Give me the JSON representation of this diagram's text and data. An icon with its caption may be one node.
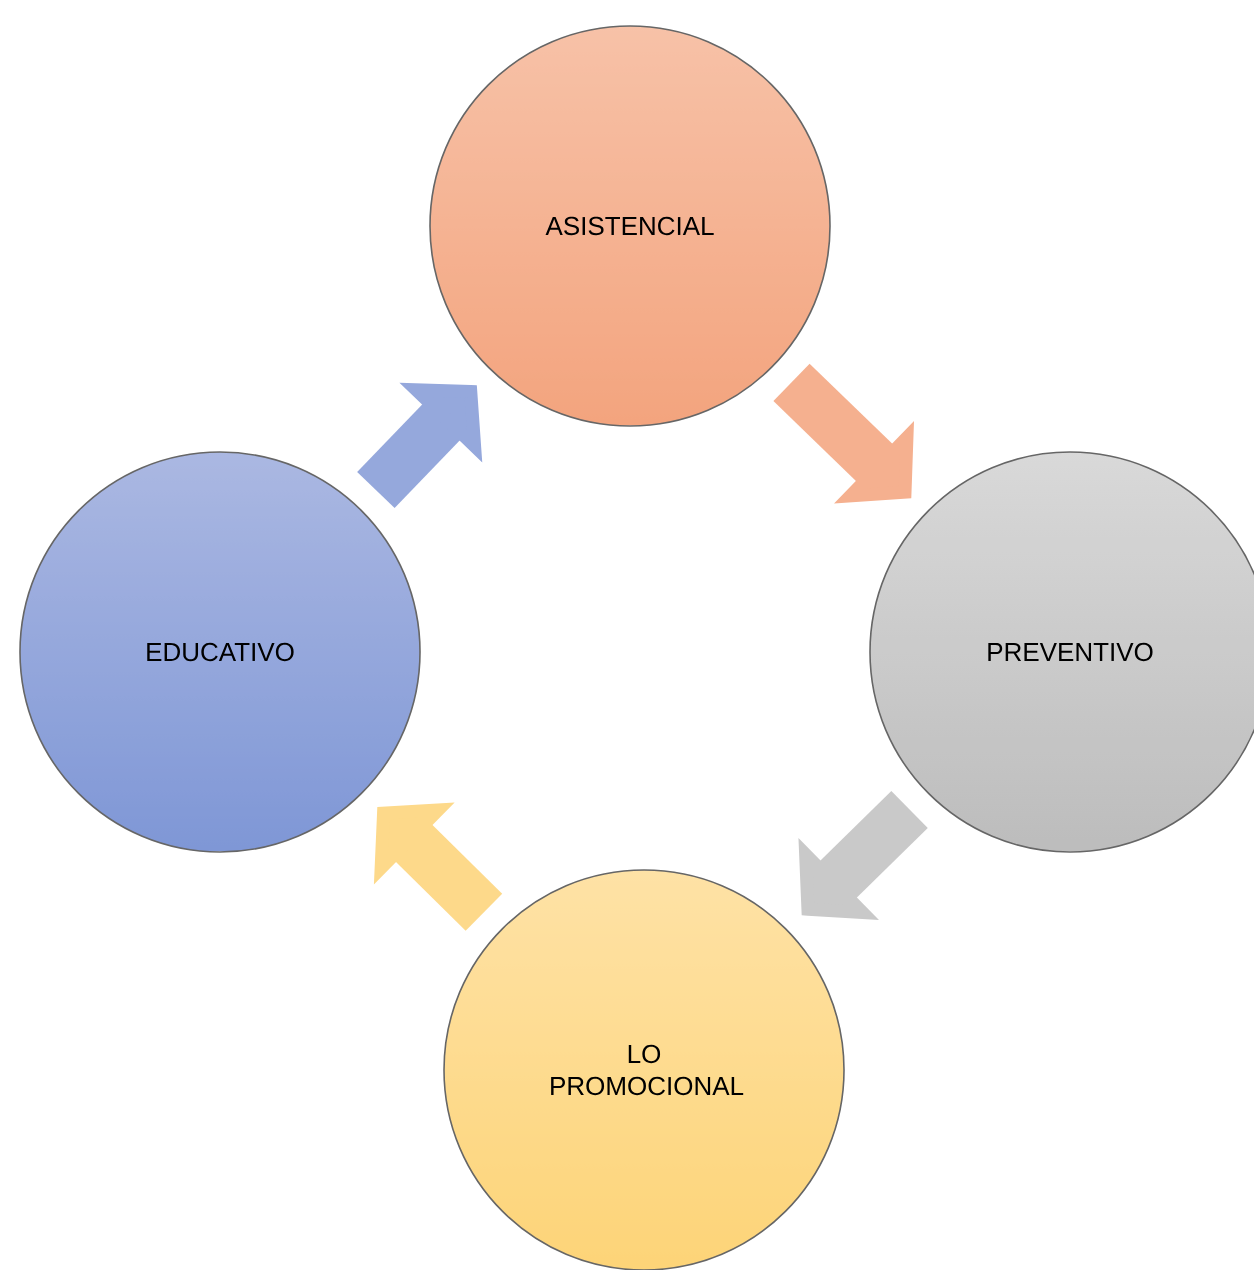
{
  "diagram": {
    "nodes": [
      {
        "text": [
          "ASISTENCIAL"
        ]
      },
      {
        "text": [
          "PREVENTIVO"
        ]
      },
      {
        "text": [
          "LO PROMOCIONAL"
        ]
      },
      {
        "text": [
          "EDUCATIVO"
        ]
      }
    ],
    "edges": [
      {
        "from": 0,
        "to": 1,
        "arrow": "to",
        "color": "#f5b08f"
      },
      {
        "from": 1,
        "to": 2,
        "arrow": "to",
        "color": "#c9c9c9"
      },
      {
        "from": 2,
        "to": 3,
        "arrow": "to",
        "color": "#fdd98a"
      },
      {
        "from": 3,
        "to": 0,
        "arrow": "to",
        "color": "#95a8dc"
      }
    ]
  }
}
